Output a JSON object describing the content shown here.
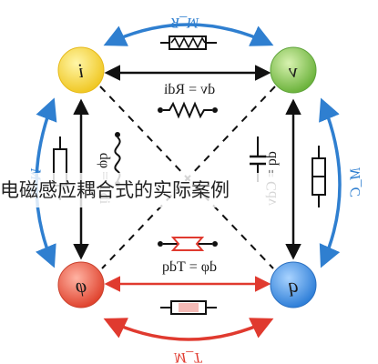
{
  "caption": "电磁感应耦合式的实际案例",
  "nodes": {
    "i": "i",
    "v": "v",
    "phi": "φ",
    "q": "q"
  },
  "equations": {
    "top": "dv = Rdi",
    "bottom": "dφ = Tdq",
    "left": "dφ = Ldi",
    "right": "dq = Cdv"
  },
  "outer_labels": {
    "top": "M_R",
    "bottom": "M_T",
    "left": "M_L",
    "right": "M_C"
  },
  "colors": {
    "blue": "#2f7fd0",
    "red": "#e03a2f",
    "black": "#111111",
    "node_i": "#f3d23a",
    "node_v": "#7fc24a",
    "node_phi": "#e8553f",
    "node_q": "#3d8de0"
  }
}
